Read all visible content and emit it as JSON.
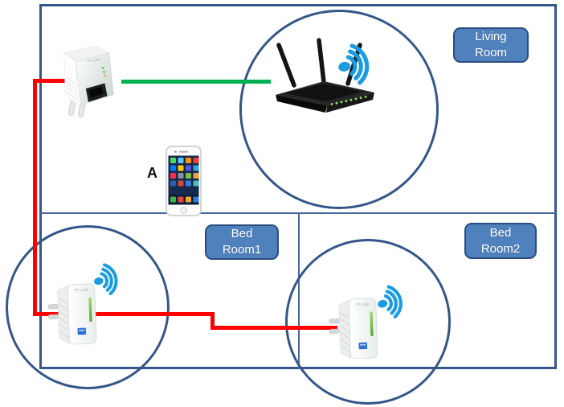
{
  "rooms": {
    "living": {
      "label": "Living\nRoom"
    },
    "bed1": {
      "label": "Bed\nRoom1"
    },
    "bed2": {
      "label": "Bed\nRoom2"
    }
  },
  "annotations": {
    "phone_label": "A"
  },
  "devices": {
    "brand": "TP-LINK",
    "list": [
      {
        "name": "powerline-adapter",
        "room": "Living Room"
      },
      {
        "name": "wifi-router",
        "room": "Living Room"
      },
      {
        "name": "smartphone",
        "room": "Living Room"
      },
      {
        "name": "powerline-wifi-extender",
        "room": "Bed Room1"
      },
      {
        "name": "powerline-wifi-extender",
        "room": "Bed Room2"
      }
    ]
  },
  "icons": {
    "wifi": "wifi-signal-icon"
  },
  "colors": {
    "outline": "#355689",
    "divider": "#44689E",
    "label_fill": "#4F81BD",
    "label_border": "#2B4D7E",
    "label_text": "#FFFFFF",
    "wifi": "#1B9CE0",
    "cable_red": "#FF0000",
    "cable_green": "#00B050"
  }
}
